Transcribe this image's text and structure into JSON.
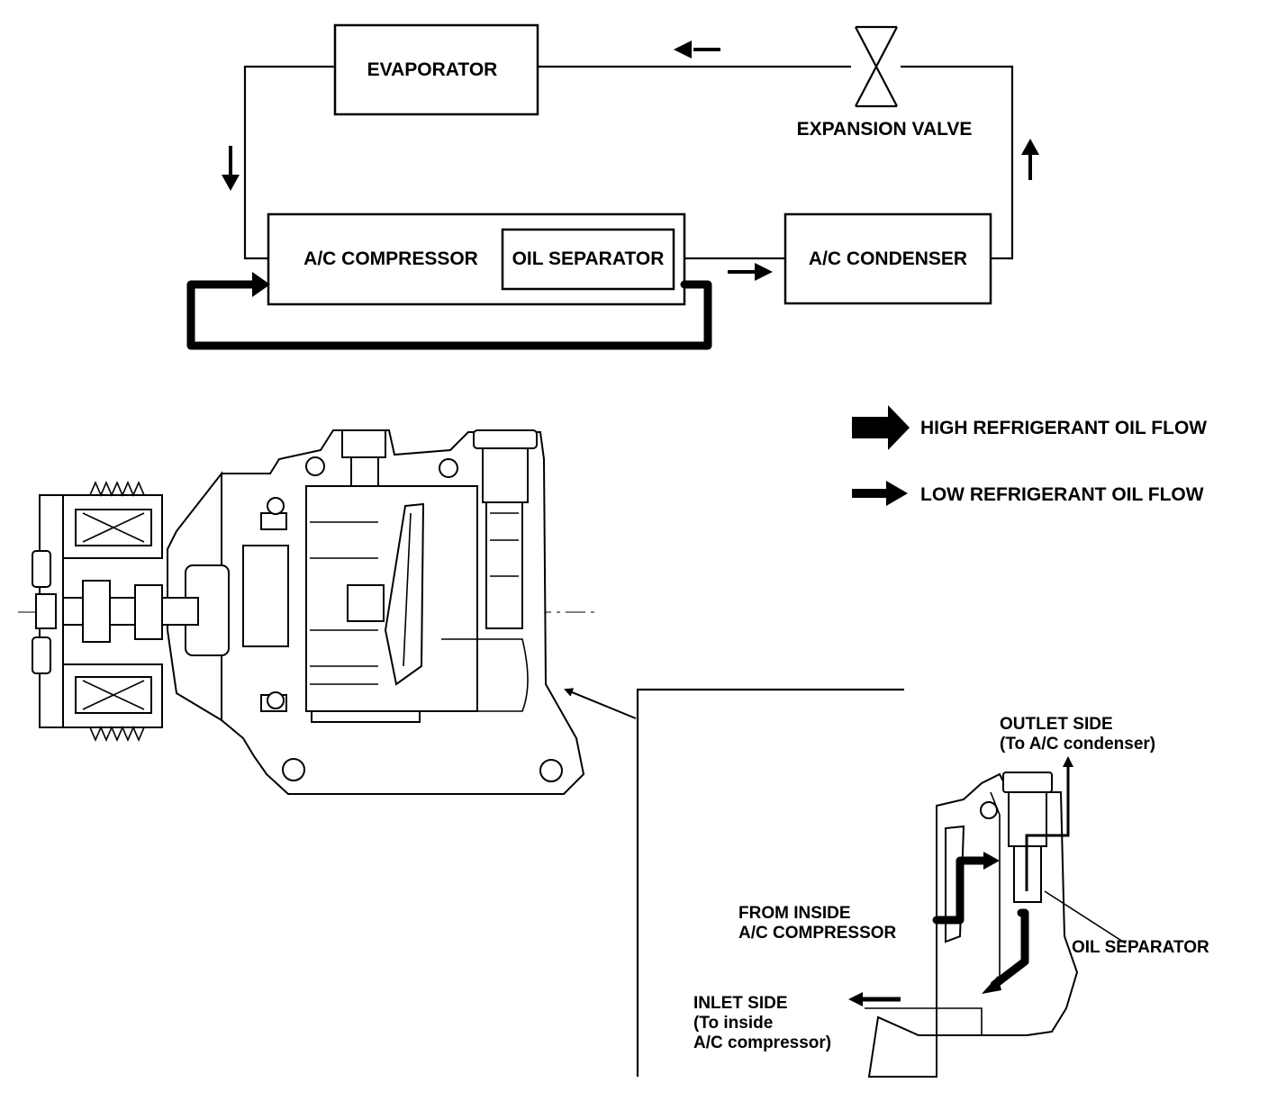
{
  "cycle": {
    "evaporator": "EVAPORATOR",
    "expansion_valve": "EXPANSION VALVE",
    "compressor": "A/C COMPRESSOR",
    "oil_separator": "OIL SEPARATOR",
    "condenser": "A/C CONDENSER"
  },
  "legend": {
    "high": "HIGH REFRIGERANT OIL FLOW",
    "low": "LOW REFRIGERANT OIL FLOW"
  },
  "detail": {
    "outlet_line1": "OUTLET SIDE",
    "outlet_line2": "(To A/C condenser)",
    "from_inside_line1": "FROM INSIDE",
    "from_inside_line2": "A/C COMPRESSOR",
    "oil_separator": "OIL SEPARATOR",
    "inlet_line1": "INLET SIDE",
    "inlet_line2": "(To inside",
    "inlet_line3": "A/C compressor)"
  }
}
